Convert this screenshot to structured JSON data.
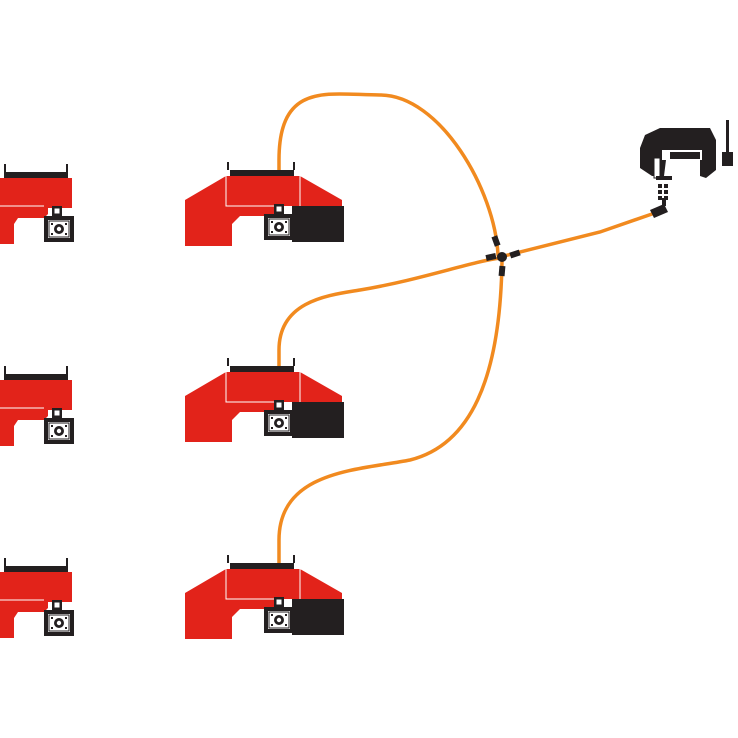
{
  "diagram": {
    "colors": {
      "machine_body": "#e2231a",
      "machine_dark": "#231f20",
      "cable": "#f18a1f",
      "background": "#ffffff"
    },
    "machine_rows": [
      {
        "id": "row-1"
      },
      {
        "id": "row-2"
      },
      {
        "id": "row-3"
      }
    ],
    "icons": {
      "machine": "press-brake-icon",
      "partial_machine": "press-brake-partial-icon",
      "controller": "control-module-icon",
      "splitter": "cable-junction-icon",
      "receiver": "wireless-receiver-icon"
    }
  }
}
